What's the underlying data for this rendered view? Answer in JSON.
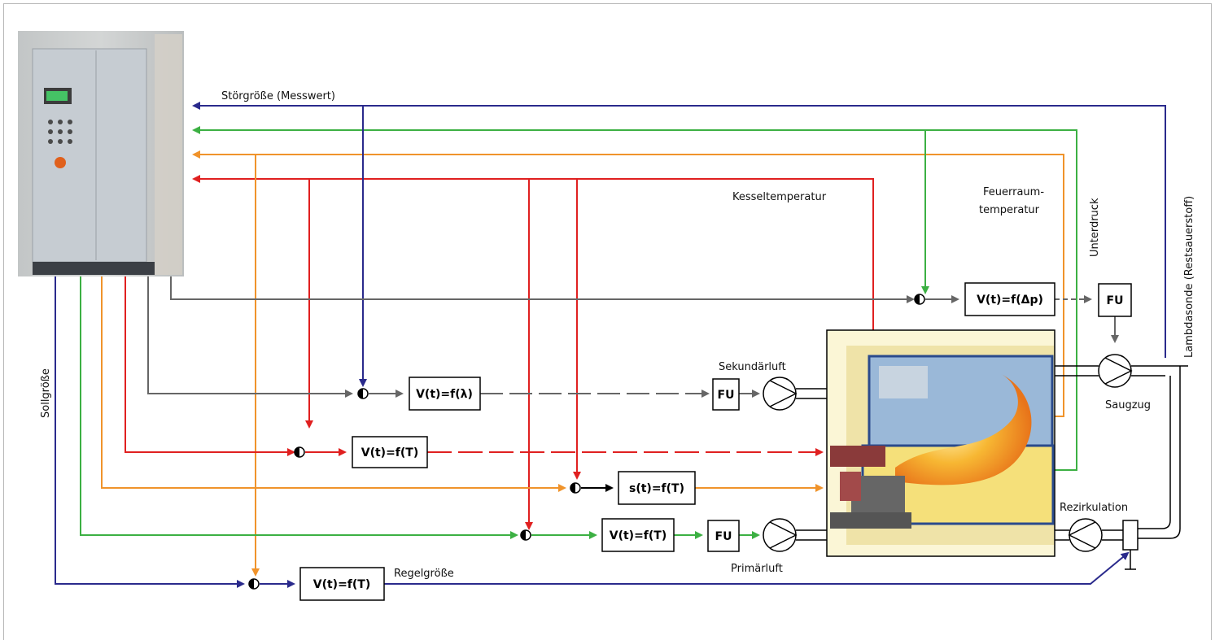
{
  "labels": {
    "stoergroesse": "Störgröße (Messwert)",
    "kesseltemperatur": "Kesseltemperatur",
    "feuerraum_1": "Feuerraum-",
    "feuerraum_2": "temperatur",
    "unterdruck": "Unterdruck",
    "lambdasonde": "Lambdasonde (Restsauerstoff)",
    "sollgroesse": "Sollgröße",
    "sekundaerluft": "Sekundärluft",
    "saugzug": "Saugzug",
    "rezirkulation": "Rezirkulation",
    "primaerluft": "Primärluft",
    "regelgroesse": "Regelgröße"
  },
  "boxes": {
    "v_dp": "V(t)=f(Δp)",
    "fu_top": "FU",
    "v_lambda": "V(t)=f(λ)",
    "fu_sek": "FU",
    "v_t_red": "V(t)=f(T)",
    "s_t": "s(t)=f(T)",
    "v_t_green": "V(t)=f(T)",
    "fu_prim": "FU",
    "v_t_blue": "V(t)=f(T)"
  },
  "colors": {
    "blue": "#2a2a8c",
    "green": "#3cb043",
    "orange": "#f0932b",
    "red": "#e02020",
    "gray": "#666666",
    "black": "#000000"
  }
}
